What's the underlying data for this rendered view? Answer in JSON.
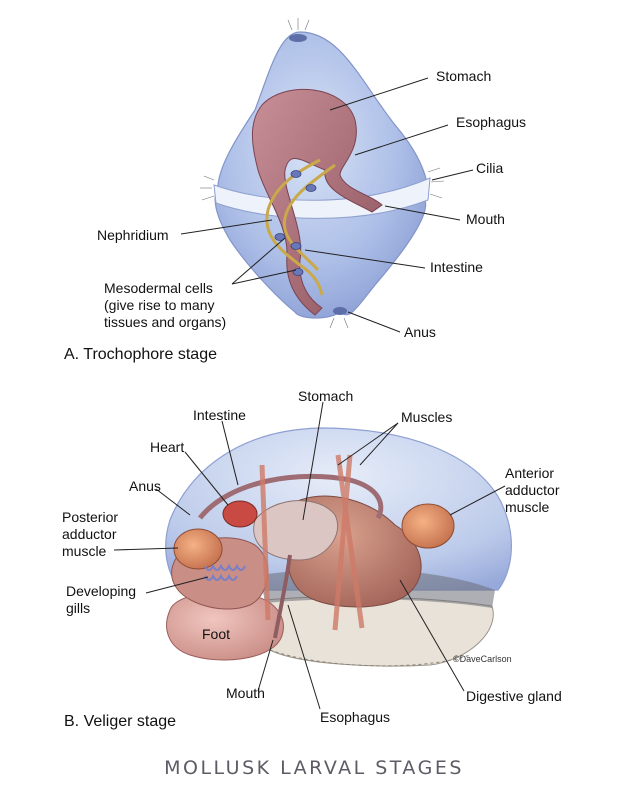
{
  "trochophore": {
    "title": "A. Trochophore stage",
    "labels": {
      "stomach": "Stomach",
      "esophagus": "Esophagus",
      "cilia": "Cilia",
      "mouth": "Mouth",
      "nephridium": "Nephridium",
      "intestine": "Intestine",
      "mesodermal_line1": "Mesodermal cells",
      "mesodermal_line2": "(give rise to many",
      "mesodermal_line3": "tissues and organs)",
      "anus": "Anus"
    }
  },
  "veliger": {
    "title": "B. Veliger stage",
    "labels": {
      "stomach": "Stomach",
      "intestine": "Intestine",
      "muscles": "Muscles",
      "heart": "Heart",
      "anus": "Anus",
      "anterior_line1": "Anterior",
      "anterior_line2": "adductor",
      "anterior_line3": "muscle",
      "posterior_line1": "Posterior",
      "posterior_line2": "adductor",
      "posterior_line3": "muscle",
      "gills_line1": "Developing",
      "gills_line2": "gills",
      "foot": "Foot",
      "copyright": "©DaveCarlson",
      "mouth": "Mouth",
      "digestive_gland": "Digestive gland",
      "esophagus": "Esophagus"
    }
  },
  "caption": "MOLLUSK LARVAL STAGES"
}
